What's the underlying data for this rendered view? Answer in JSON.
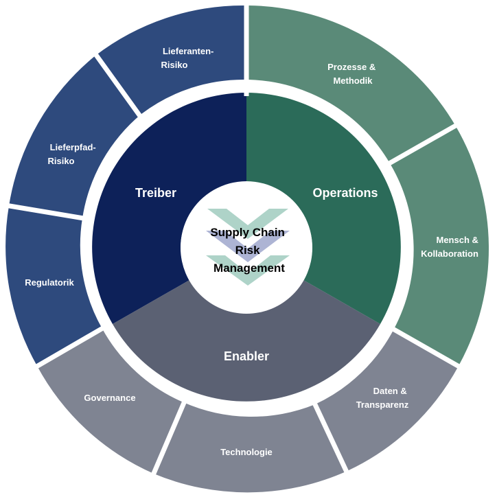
{
  "colors": {
    "treiber_inner": "#0d2159",
    "treiber_outer": "#2e4a7d",
    "operations_inner": "#2b6b59",
    "operations_outer": "#5a8a78",
    "enabler_inner": "#5b6173",
    "enabler_outer": "#7f8492",
    "separator": "#ffffff",
    "logo_mint": "#a6cfc3",
    "logo_lavender": "#a5acd0"
  },
  "center": {
    "lines": [
      "Supply Chain",
      "Risk",
      "Management"
    ],
    "logo_icon": "chevron-logo-icon"
  },
  "inner_segments": [
    {
      "id": "treiber",
      "label": "Treiber"
    },
    {
      "id": "operations",
      "label": "Operations"
    },
    {
      "id": "enabler",
      "label": "Enabler"
    }
  ],
  "outer_segments": [
    {
      "id": "lieferanten-risiko",
      "lines": [
        "Lieferanten-",
        "Risiko"
      ],
      "group": "treiber"
    },
    {
      "id": "lieferpfad-risiko",
      "lines": [
        "Lieferpfad-",
        "Risiko"
      ],
      "group": "treiber"
    },
    {
      "id": "regulatorik",
      "lines": [
        "Regulatorik"
      ],
      "group": "treiber"
    },
    {
      "id": "prozesse-methodik",
      "lines": [
        "Prozesse &",
        "Methodik"
      ],
      "group": "operations"
    },
    {
      "id": "mensch-kollaboration",
      "lines": [
        "Mensch &",
        "Kollaboration"
      ],
      "group": "operations"
    },
    {
      "id": "daten-transparenz",
      "lines": [
        "Daten &",
        "Transparenz"
      ],
      "group": "enabler"
    },
    {
      "id": "technologie",
      "lines": [
        "Technologie"
      ],
      "group": "enabler"
    },
    {
      "id": "governance",
      "lines": [
        "Governance"
      ],
      "group": "enabler"
    }
  ]
}
